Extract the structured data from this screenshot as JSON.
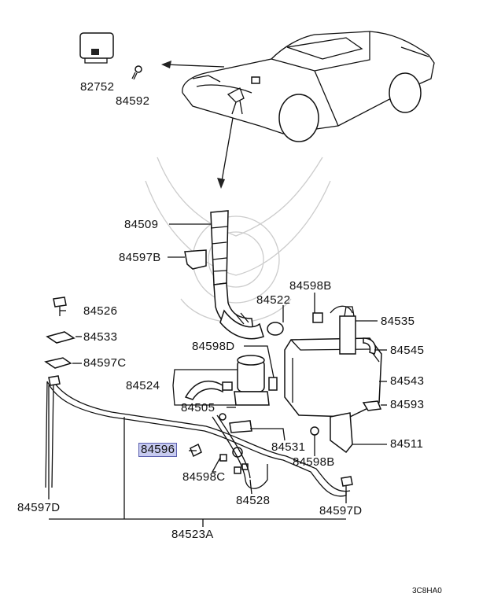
{
  "diagram": {
    "reference_code": "3C8HA0",
    "highlighted_part": "84596",
    "labels": [
      {
        "id": "82752",
        "text": "82752",
        "highlight": false
      },
      {
        "id": "84592",
        "text": "84592",
        "highlight": false
      },
      {
        "id": "84509",
        "text": "84509",
        "highlight": false
      },
      {
        "id": "84597B",
        "text": "84597B",
        "highlight": false
      },
      {
        "id": "84598B_top",
        "text": "84598B",
        "highlight": false
      },
      {
        "id": "84522",
        "text": "84522",
        "highlight": false
      },
      {
        "id": "84535",
        "text": "84535",
        "highlight": false
      },
      {
        "id": "84526",
        "text": "84526",
        "highlight": false
      },
      {
        "id": "84533",
        "text": "84533",
        "highlight": false
      },
      {
        "id": "84597C",
        "text": "84597C",
        "highlight": false
      },
      {
        "id": "84598D",
        "text": "84598D",
        "highlight": false
      },
      {
        "id": "84545",
        "text": "84545",
        "highlight": false
      },
      {
        "id": "84524",
        "text": "84524",
        "highlight": false
      },
      {
        "id": "84543",
        "text": "84543",
        "highlight": false
      },
      {
        "id": "84505",
        "text": "84505",
        "highlight": false
      },
      {
        "id": "84593",
        "text": "84593",
        "highlight": false
      },
      {
        "id": "84531",
        "text": "84531",
        "highlight": false
      },
      {
        "id": "84596",
        "text": "84596",
        "highlight": true
      },
      {
        "id": "84511",
        "text": "84511",
        "highlight": false
      },
      {
        "id": "84598B_bottom",
        "text": "84598B",
        "highlight": false
      },
      {
        "id": "84598C",
        "text": "84598C",
        "highlight": false
      },
      {
        "id": "84528",
        "text": "84528",
        "highlight": false
      },
      {
        "id": "84597D_left",
        "text": "84597D",
        "highlight": false
      },
      {
        "id": "84597D_right",
        "text": "84597D",
        "highlight": false
      },
      {
        "id": "84523A",
        "text": "84523A",
        "highlight": false
      }
    ]
  },
  "colors": {
    "line": "#111111",
    "highlight_fill": "#c7cbf0",
    "highlight_border": "#5a5fae",
    "watermark": "#cccccc"
  }
}
